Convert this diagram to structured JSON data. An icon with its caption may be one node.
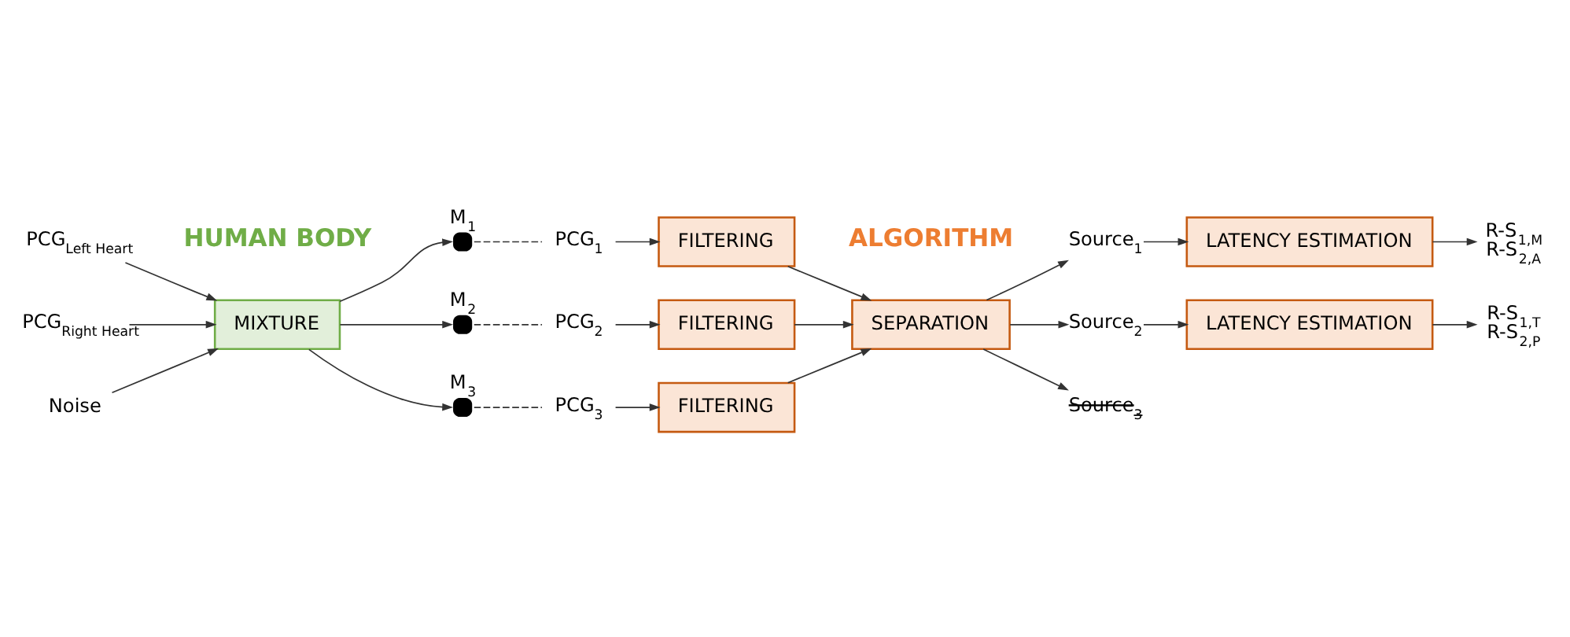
{
  "diagram": {
    "nodes": [
      {
        "text": [
          "PCG$_{Left Heart}$"
        ]
      },
      {
        "text": [
          "PCG$_{Right Heart}$"
        ]
      },
      {
        "text": [
          "Noise"
        ]
      },
      {
        "text": [
          "MIXTURE"
        ]
      },
      {
        "text": [],
        "shape": "circle",
        "beside": [
          "M$_{1}$"
        ]
      },
      {
        "text": [],
        "shape": "circle",
        "beside": [
          "M$_{2}$"
        ]
      },
      {
        "text": [],
        "shape": "circle",
        "beside": [
          "M$_{3}$"
        ]
      },
      {
        "text": [
          "PCG$_{1}$"
        ]
      },
      {
        "text": [
          "PCG$_{2}$"
        ]
      },
      {
        "text": [
          "PCG$_{3}$"
        ]
      },
      {
        "text": [
          "FILTERING"
        ]
      },
      {
        "text": [
          "FILTERING"
        ]
      },
      {
        "text": [
          "FILTERING"
        ]
      },
      {
        "text": [
          "SEPARATION"
        ]
      },
      {
        "text": [
          "Source$_{1}$"
        ]
      },
      {
        "text": [
          "Source$_{2}$"
        ]
      },
      {
        "text": [
          "Source$_{3}$"
        ]
      },
      {
        "text": [
          "LATENCY ESTIMATION"
        ]
      },
      {
        "text": [
          "LATENCY ESTIMATION"
        ]
      },
      {
        "text": [
          "R-S$_{1,M}$",
          "R-S$_{2,A}$"
        ]
      },
      {
        "text": [
          "R-S$_{1,T}$",
          "R-S$_{2,P}$"
        ]
      }
    ],
    "edges": [
      {
        "from": 0,
        "to": 3,
        "arrow": "to"
      },
      {
        "from": 1,
        "to": 3,
        "arrow": "to"
      },
      {
        "from": 2,
        "to": 3,
        "arrow": "to"
      },
      {
        "from": 3,
        "to": 4,
        "arrow": "to"
      },
      {
        "from": 3,
        "to": 5,
        "arrow": "to"
      },
      {
        "from": 3,
        "to": 6,
        "arrow": "to"
      },
      {
        "from": 4,
        "to": 7,
        "arrow": "none",
        "style": "dashed"
      },
      {
        "from": 5,
        "to": 8,
        "arrow": "none",
        "style": "dashed"
      },
      {
        "from": 6,
        "to": 9,
        "arrow": "none",
        "style": "dashed"
      },
      {
        "from": 7,
        "to": 10,
        "arrow": "to"
      },
      {
        "from": 8,
        "to": 11,
        "arrow": "to"
      },
      {
        "from": 9,
        "to": 12,
        "arrow": "to"
      },
      {
        "from": 10,
        "to": 13,
        "arrow": "to"
      },
      {
        "from": 11,
        "to": 13,
        "arrow": "to"
      },
      {
        "from": 12,
        "to": 13,
        "arrow": "to"
      },
      {
        "from": 13,
        "to": 14,
        "arrow": "to"
      },
      {
        "from": 13,
        "to": 15,
        "arrow": "to"
      },
      {
        "from": 13,
        "to": 16,
        "arrow": "to"
      },
      {
        "from": 14,
        "to": 17,
        "arrow": "to"
      },
      {
        "from": 15,
        "to": 18,
        "arrow": "to"
      },
      {
        "from": 17,
        "to": 19,
        "arrow": "to"
      },
      {
        "from": 18,
        "to": 20,
        "arrow": "to"
      }
    ],
    "labels": [
      "HUMAN BODY",
      "ALGORITHM"
    ]
  }
}
